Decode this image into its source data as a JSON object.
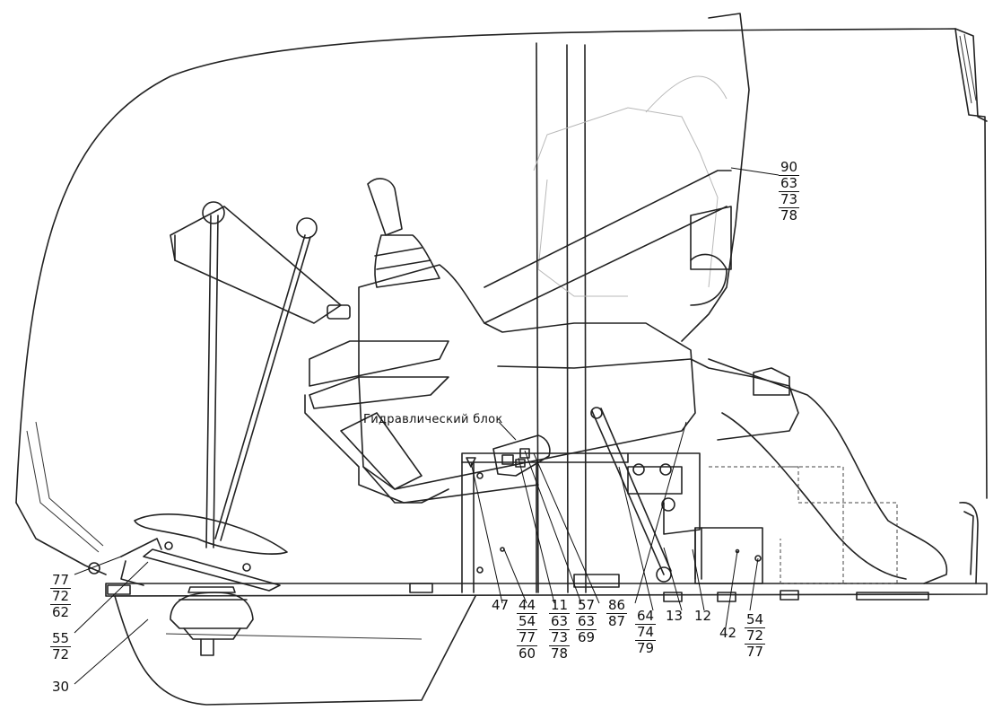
{
  "caption": "Гидравлический блок",
  "callouts": [
    {
      "id": "c90",
      "lines": [
        "90",
        "63",
        "73",
        "78"
      ]
    },
    {
      "id": "c776",
      "lines": [
        "77",
        "72",
        "62"
      ]
    },
    {
      "id": "c55",
      "lines": [
        "55",
        "72"
      ]
    },
    {
      "id": "c30",
      "lines": [
        "30"
      ]
    },
    {
      "id": "c47",
      "lines": [
        "47"
      ]
    },
    {
      "id": "c44",
      "lines": [
        "44",
        "54",
        "77",
        "60"
      ]
    },
    {
      "id": "c11",
      "lines": [
        "11",
        "63",
        "73",
        "78"
      ]
    },
    {
      "id": "c57",
      "lines": [
        "57",
        "63",
        "69"
      ]
    },
    {
      "id": "c86",
      "lines": [
        "86",
        "87"
      ]
    },
    {
      "id": "c64",
      "lines": [
        "64",
        "74",
        "79"
      ]
    },
    {
      "id": "c13",
      "lines": [
        "13"
      ]
    },
    {
      "id": "c12",
      "lines": [
        "12"
      ]
    },
    {
      "id": "c42",
      "lines": [
        "42"
      ]
    },
    {
      "id": "c54",
      "lines": [
        "54",
        "72",
        "77"
      ]
    }
  ]
}
